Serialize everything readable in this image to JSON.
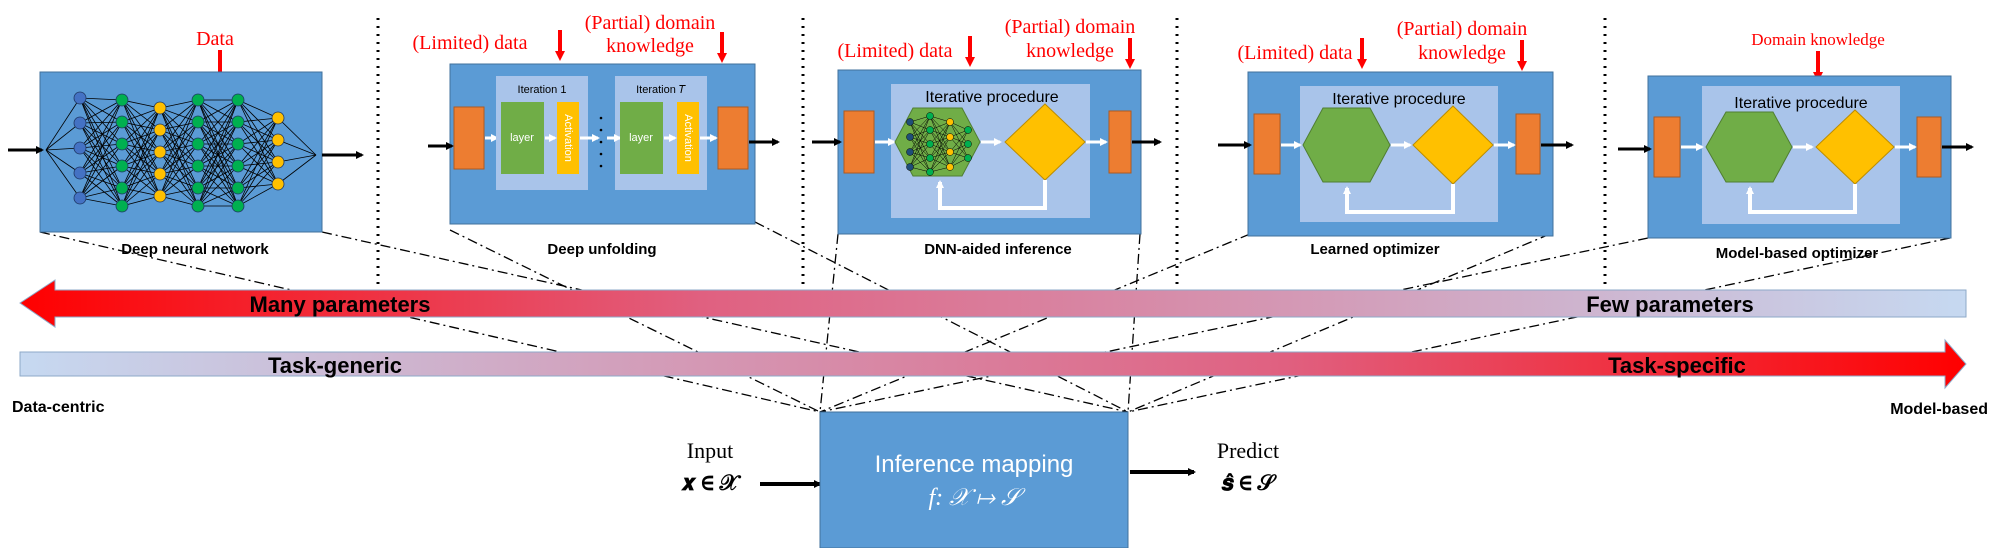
{
  "panels": {
    "dnn": {
      "input": "Data",
      "caption": "Deep neural network"
    },
    "unfold": {
      "input_a": "(Limited) data",
      "input_b_line1": "(Partial) domain",
      "input_b_line2": "knowledge",
      "iter1": "Iteration 1",
      "iterT": "Iteration 𝑇",
      "layer": "layer",
      "activation": "Activation",
      "caption": "Deep unfolding"
    },
    "dnnaided": {
      "input_a": "(Limited) data",
      "input_b_line1": "(Partial) domain",
      "input_b_line2": "knowledge",
      "procedure": "Iterative procedure",
      "caption": "DNN-aided inference"
    },
    "learned": {
      "input_a": "(Limited) data",
      "input_b_line1": "(Partial) domain",
      "input_b_line2": "knowledge",
      "procedure": "Iterative procedure",
      "caption": "Learned optimizer"
    },
    "modelbased": {
      "input": "Domain knowledge",
      "procedure": "Iterative procedure",
      "caption": "Model-based optimizer"
    }
  },
  "spectrum": {
    "many_params": "Many parameters",
    "few_params": "Few parameters",
    "task_generic": "Task-generic",
    "task_specific": "Task-specific",
    "left_end": "Data-centric",
    "right_end": "Model-based"
  },
  "mapping": {
    "input_label": "Input",
    "input_math": "𝒙 ∈ 𝒳",
    "title": "Inference mapping",
    "formula": "f: 𝒳 ↦ 𝒮",
    "output_label": "Predict",
    "output_math": "𝒔̂ ∈ 𝒮"
  },
  "colors": {
    "panel_blue": "#5b9bd5",
    "inner_light": "#a9c4ea",
    "orange": "#ed7d31",
    "green": "#70ad47",
    "yellow": "#ffc000",
    "red": "#ff0000"
  }
}
